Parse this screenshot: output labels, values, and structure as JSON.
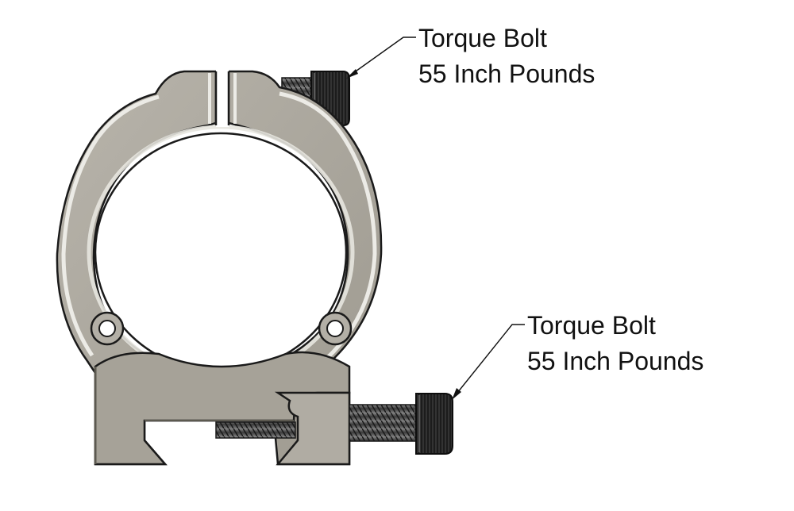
{
  "callouts": {
    "top": {
      "line1": "Torque Bolt",
      "line2": "55 Inch Pounds"
    },
    "bottom": {
      "line1": "Torque Bolt",
      "line2": "55 Inch Pounds"
    }
  },
  "colors": {
    "metal": "#a9a59c",
    "metal_light": "#ebe9e4",
    "metal_shadow": "#6c695f",
    "outline": "#1a1a1a",
    "bolt_head": "#1b1b1b",
    "thread": "#555555"
  }
}
